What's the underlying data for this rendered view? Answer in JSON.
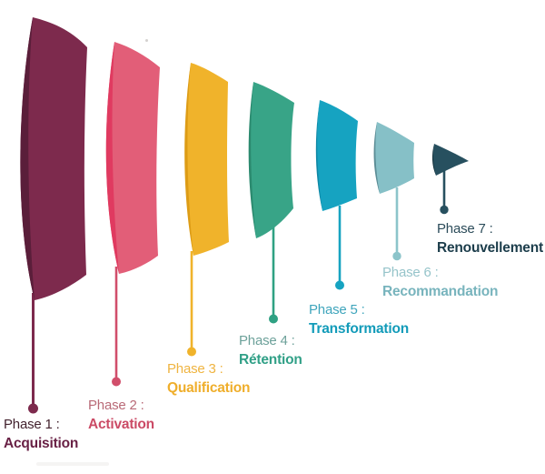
{
  "diagram": {
    "type": "funnel-phases",
    "background": "#ffffff",
    "phases": [
      {
        "label": "Phase 1 :",
        "name": "Acquisition",
        "face": "#7D2A4D",
        "edge": "#5A1E3A",
        "stem": "#7D2A4D",
        "labelColor": "#43222E",
        "nameColor": "#692145"
      },
      {
        "label": "Phase 2 :",
        "name": "Activation",
        "face": "#E25E78",
        "edge": "#E03A60",
        "stem": "#D14E6B",
        "labelColor": "#B96A77",
        "nameColor": "#CB4B66"
      },
      {
        "label": "Phase 3 :",
        "name": "Qualification",
        "face": "#F0B32B",
        "edge": "#DD9C16",
        "stem": "#F0B32B",
        "labelColor": "#EFB441",
        "nameColor": "#EFAE2B"
      },
      {
        "label": "Phase 4 :",
        "name": "Rétention",
        "face": "#38A487",
        "edge": "#2B8A6F",
        "stem": "#2FA183",
        "labelColor": "#6DA19A",
        "nameColor": "#31A087"
      },
      {
        "label": "Phase 5 :",
        "name": "Transformation",
        "face": "#16A3C1",
        "edge": "#0E87A5",
        "stem": "#16A3C1",
        "labelColor": "#3FA5BC",
        "nameColor": "#129BB9"
      },
      {
        "label": "Phase 6 :",
        "name": "Recommandation",
        "face": "#86C0C7",
        "edge": "#5C8D96",
        "stem": "#8CC4CA",
        "labelColor": "#96C4CA",
        "nameColor": "#78B4BD"
      },
      {
        "label": "Phase 7 :",
        "name": "Renouvellement",
        "face": "#27505F",
        "edge": "#17343F",
        "stem": "#27505F",
        "labelColor": "#2C4C5A",
        "nameColor": "#1C3D4B"
      }
    ],
    "artifacts": {
      "speck_color": "#b0aca8",
      "smudge_color": "#efedeb"
    }
  }
}
